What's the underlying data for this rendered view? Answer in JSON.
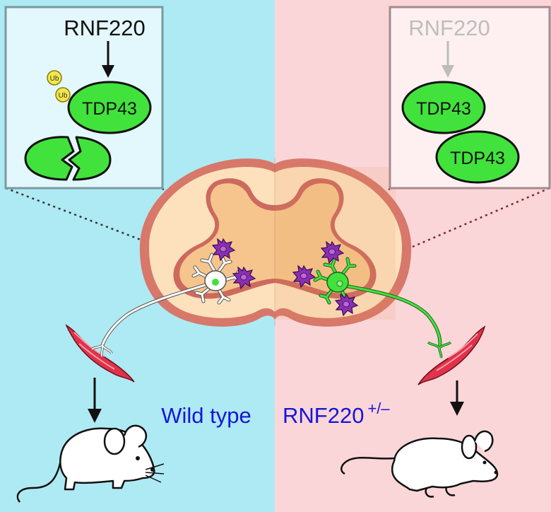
{
  "colors": {
    "left_bg": "#aeeaf3",
    "right_bg": "#fbd6d8",
    "tdp43_fill": "#41e23b",
    "ub_fill": "#f2e84a",
    "microglia": "#8a2fb0",
    "label_blue": "#1616d8",
    "muscle": "#e0324a",
    "cord_outer": "#d7786a",
    "cord_gray": "#f6c58d"
  },
  "left_panel": {
    "enzyme_label": "RNF220",
    "ub_tag_1": "Ub",
    "ub_tag_2": "Ub",
    "protein_label": "TDP43"
  },
  "right_panel": {
    "enzyme_label": "RNF220",
    "protein_label_1": "TDP43",
    "protein_label_2": "TDP43"
  },
  "bottom_labels": {
    "wild_type": "Wild type",
    "mutant": "RNF220",
    "mutant_superscript": "+/–"
  },
  "icons": {
    "neuron_wt": "white-motor-neuron-icon",
    "neuron_mut": "green-motor-neuron-icon",
    "microglia": "microglia-icon",
    "muscle": "muscle-fiber-icon",
    "mouse_healthy": "healthy-mouse-icon",
    "mouse_sick": "paralyzed-mouse-icon"
  }
}
